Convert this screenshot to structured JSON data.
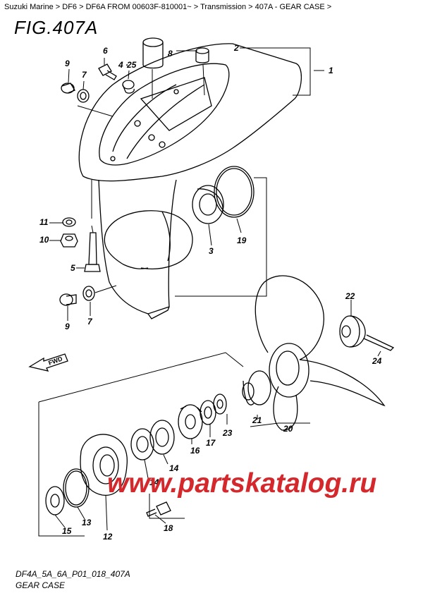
{
  "breadcrumb": [
    "Suzuki Marine",
    "DF6",
    "DF6A FROM 00603F-810001~",
    "Transmission",
    "407A - GEAR CASE"
  ],
  "breadcrumb_sep": ">",
  "figure": {
    "title": "FIG.407A"
  },
  "footer": {
    "code": "DF4A_5A_6A_P01_018_407A",
    "caption": "GEAR CASE"
  },
  "watermark": "www.partskatalog.ru",
  "fwd_label": "FWD",
  "callouts": [
    "1",
    "2",
    "3",
    "4",
    "5",
    "6",
    "7",
    "8",
    "9",
    "10",
    "11",
    "12",
    "13",
    "14",
    "15",
    "16",
    "17",
    "18",
    "19",
    "20",
    "21",
    "22",
    "23",
    "24",
    "25"
  ],
  "colors": {
    "watermark": "#d4282c",
    "line": "#000000"
  }
}
